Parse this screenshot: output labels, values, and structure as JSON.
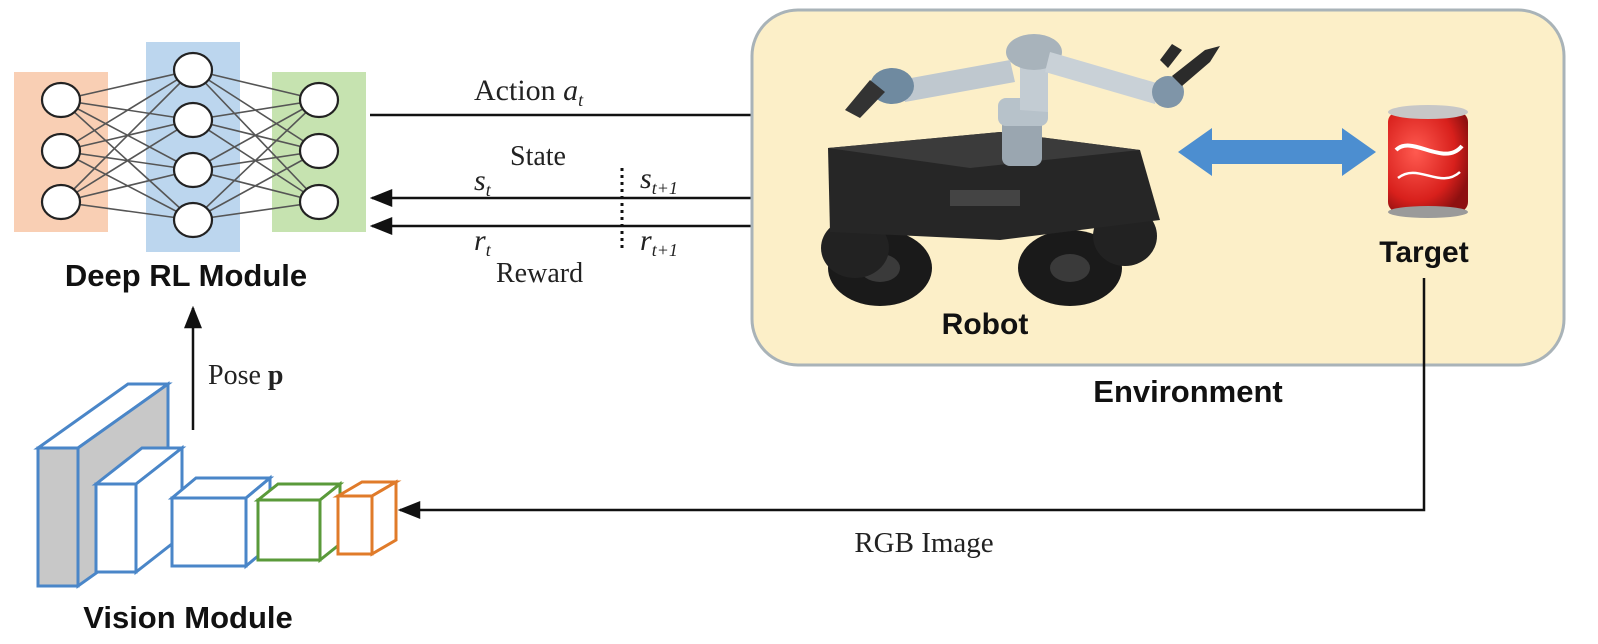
{
  "deep_rl": {
    "label": "Deep RL Module",
    "layer_colors": [
      "#f9cfb4",
      "#bcd6ee",
      "#c6e3b0"
    ]
  },
  "vision": {
    "label": "Vision Module",
    "block_colors": [
      "#4a86c8",
      "#4a86c8",
      "#4a86c8",
      "#5a9a3a",
      "#e07b2a"
    ]
  },
  "arrows": {
    "action": {
      "text": "Action ",
      "var": "a",
      "sub": "t"
    },
    "state": {
      "text": "State"
    },
    "s_t": {
      "var": "s",
      "sub": "t"
    },
    "s_t1": {
      "var": "s",
      "sub": "t+1"
    },
    "r_t": {
      "var": "r",
      "sub": "t"
    },
    "r_t1": {
      "var": "r",
      "sub": "t+1"
    },
    "reward": {
      "text": "Reward"
    },
    "pose": {
      "text": "Pose ",
      "bold": "p"
    },
    "rgb": {
      "text": "RGB Image"
    }
  },
  "environment": {
    "label": "Environment",
    "robot_label": "Robot",
    "target_label": "Target",
    "background": "#fcefc8",
    "border": "#a9b3b8"
  },
  "colors": {
    "exchange_arrow": "#4c8ed0",
    "can": "#d8201c"
  }
}
